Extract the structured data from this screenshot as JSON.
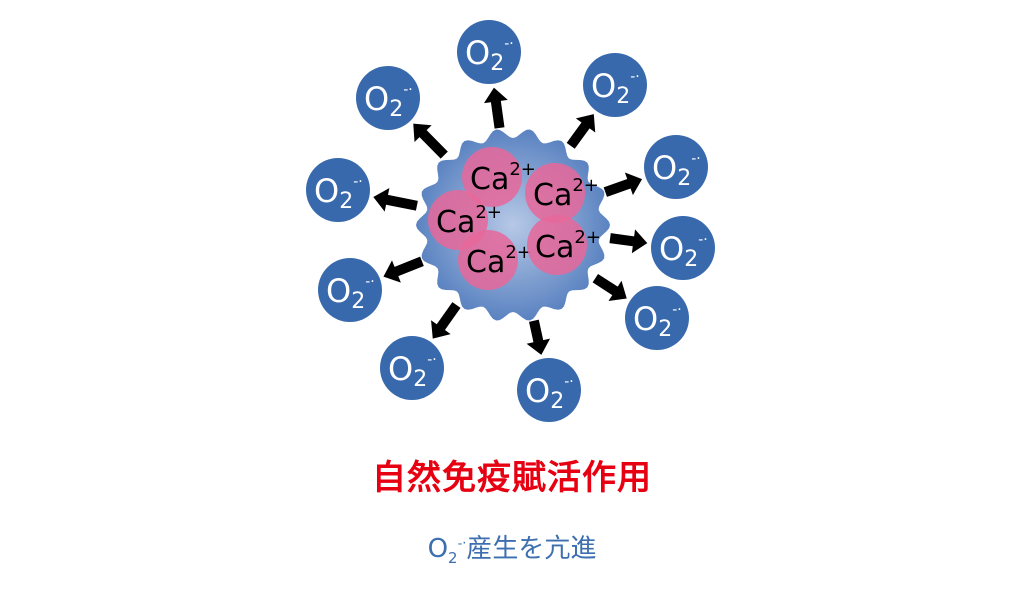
{
  "diagram": {
    "center_label": "Ca",
    "center_charge": "2+",
    "ion_count": 5,
    "radical_label": "O",
    "radical_subscript": "2",
    "radical_superscript": "-·",
    "radical_count": 10,
    "colors": {
      "radical": "#3869ad",
      "cell": "#5f86c2",
      "calcium": "#e8679a",
      "arrow": "#000000",
      "title": "#e60012",
      "subtitle": "#3d6fb0"
    }
  },
  "title": "自然免疫賦活作用",
  "subtitle": {
    "o": "O",
    "sub": "2",
    "sup": "-·",
    "text": "産生を亢進"
  }
}
